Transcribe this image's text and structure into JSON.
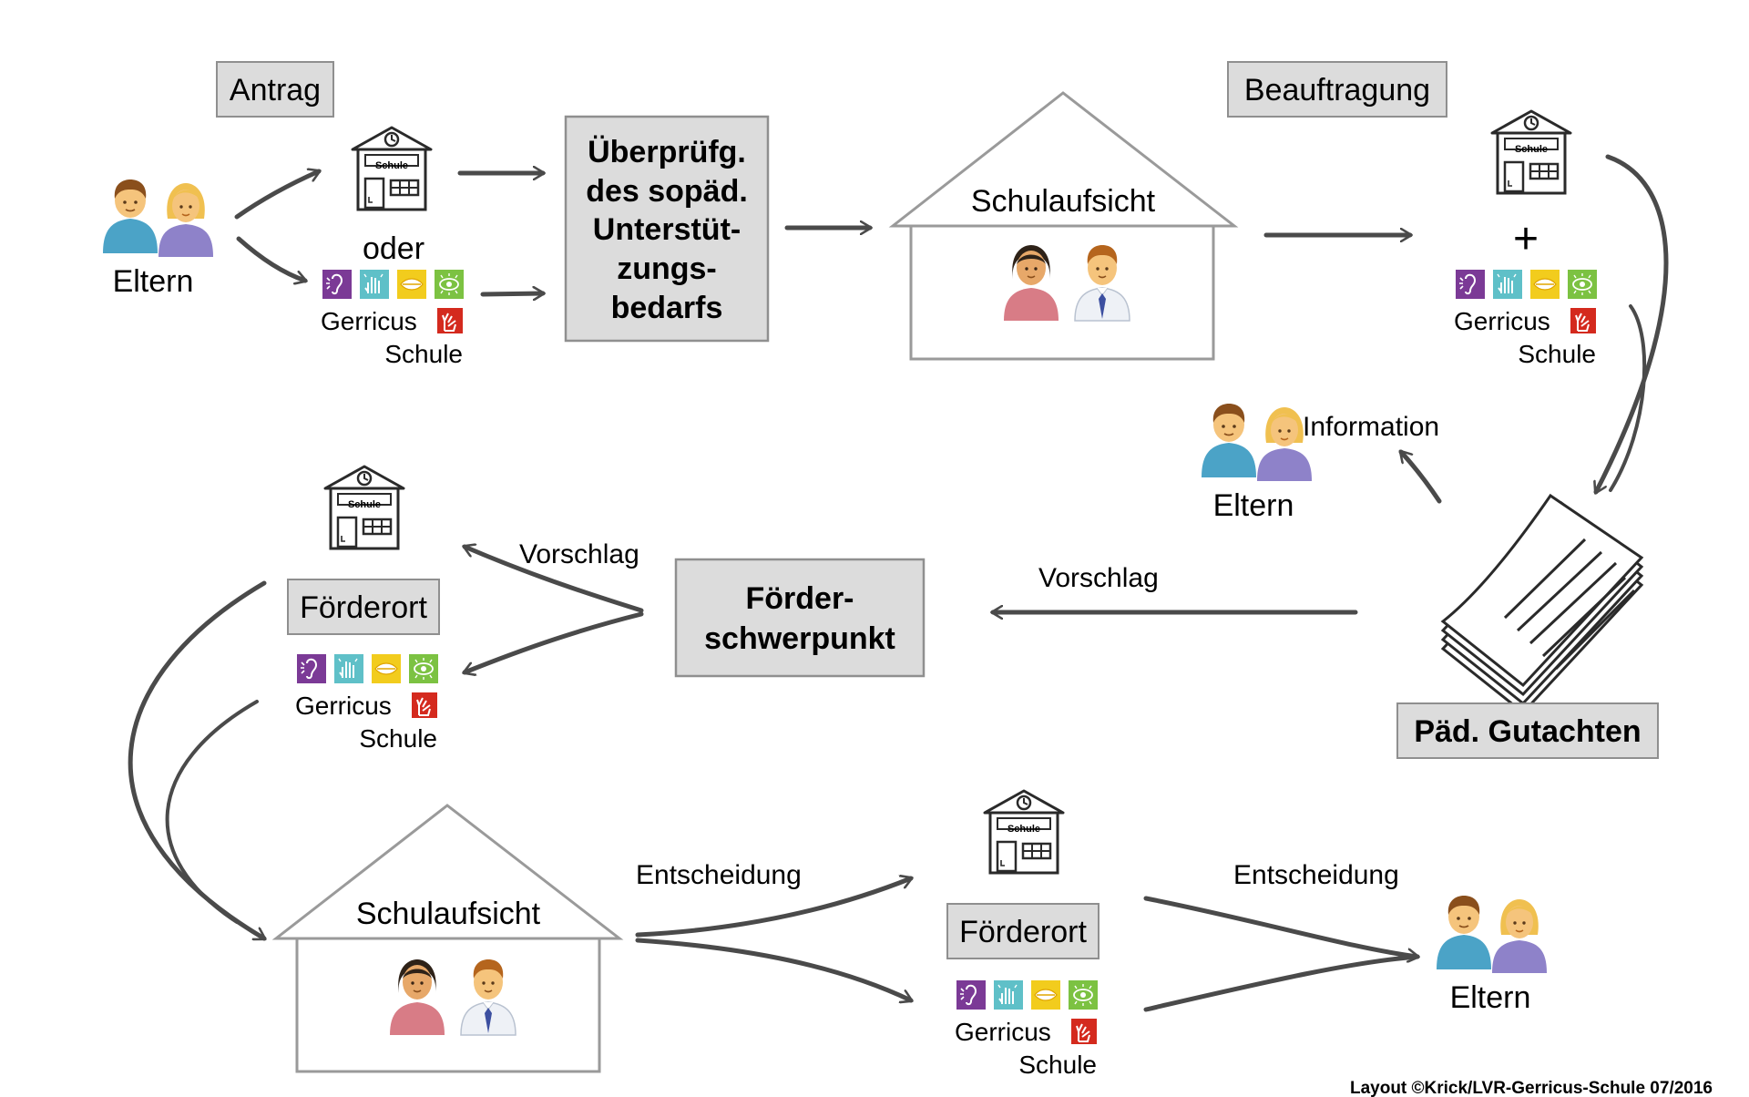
{
  "labels": {
    "antrag": "Antrag",
    "beauftragung": "Beauftragung",
    "oder": "oder",
    "plus": "+",
    "eltern": "Eltern",
    "information": "Information",
    "schulaufsicht": "Schulaufsicht",
    "vorschlag": "Vorschlag",
    "entscheidung": "Entscheidung",
    "foerderort": "Förderort",
    "gerricus": "Gerricus",
    "gerricus_schule": "Schule",
    "school_sign": "Schule",
    "credit": "Layout ©Krick/LVR-Gerricus-Schule 07/2016"
  },
  "check_box": {
    "lines": [
      "Überprüfg.",
      "des sopäd.",
      "Unterstüt-",
      "zungs-",
      "bedarfs"
    ]
  },
  "focus_box": {
    "lines": [
      "Förder-",
      "schwerpunkt"
    ]
  },
  "report_label": "Päd. Gutachten",
  "colors": {
    "arrow": "#4a4a4a",
    "box_fill": "#dcdcdc",
    "box_stroke": "#8f8f8f",
    "house_stroke": "#9a9a9a",
    "tile_purple": "#7b3a96",
    "tile_teal": "#5fc0c8",
    "tile_yellow": "#f2cc1d",
    "tile_green": "#7cc242",
    "tile_red": "#d42a1e",
    "person_blue": "#4ba3c7",
    "person_purple": "#8e82c9",
    "person_pink": "#d87c86",
    "skin": "#f5c47c",
    "hair_brown": "#8a4f1c",
    "hair_blonde": "#f0c050"
  },
  "icons": {
    "school": "school-building-icon",
    "parents": "parents-icon",
    "officials": "school-officials-icon",
    "senses": [
      "ear-icon",
      "hand-sign-icon",
      "lips-icon",
      "eye-icon",
      "sign-language-hand-icon"
    ],
    "report": "document-stack-icon"
  }
}
